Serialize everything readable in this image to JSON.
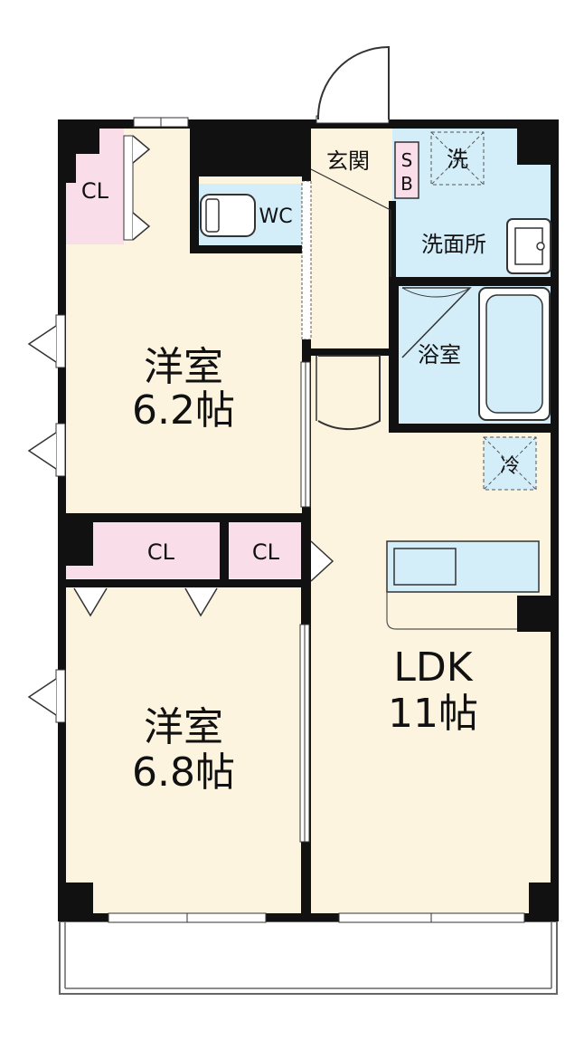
{
  "rooms": {
    "western_room_upper": {
      "name": "洋室",
      "size": "6.2帖"
    },
    "western_room_lower": {
      "name": "洋室",
      "size": "6.8帖"
    },
    "ldk": {
      "name": "LDK",
      "size": "11帖"
    },
    "entrance": "玄関",
    "shoe_box": "S",
    "shoe_box_2": "B",
    "washer": "洗",
    "washroom": "洗面所",
    "bathroom": "浴室",
    "toilet": "WC",
    "fridge": "冷",
    "closets": [
      "CL",
      "CL",
      "CL"
    ]
  },
  "colors": {
    "room_floor": "#fdf4e0",
    "wet_area": "#d3edf9",
    "closet": "#f9dde9",
    "wall": "#111111"
  }
}
